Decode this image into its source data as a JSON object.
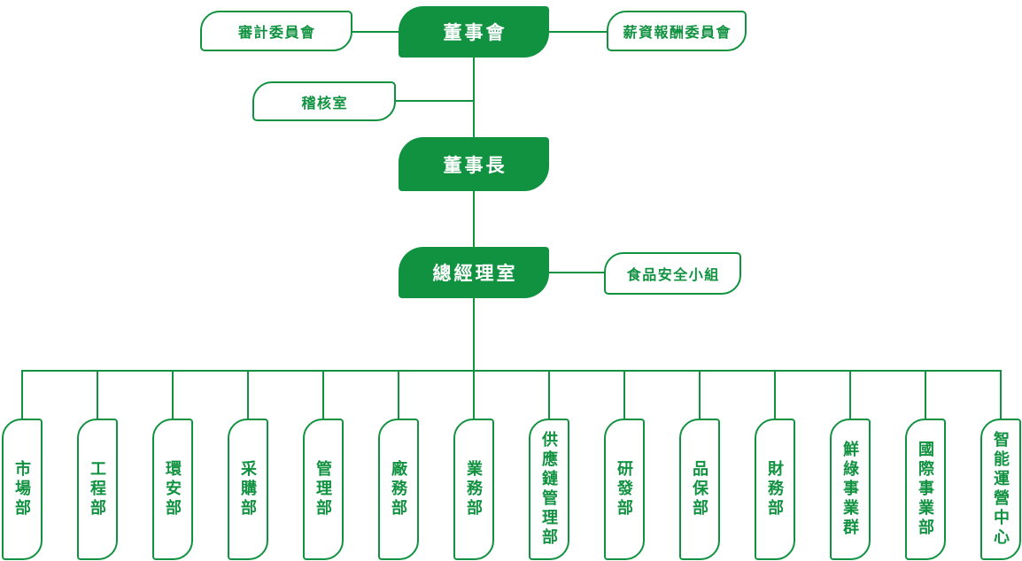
{
  "colors": {
    "green": "#119240",
    "text_on_green": "#FFFFFF",
    "background": "#FFFFFF"
  },
  "org": {
    "board": {
      "label": "董事會"
    },
    "audit_committee": {
      "label": "審計委員會"
    },
    "compensation_committee": {
      "label": "薪資報酬委員會"
    },
    "audit_office": {
      "label": "稽核室"
    },
    "chairman": {
      "label": "董事長"
    },
    "general_manager_office": {
      "label": "總經理室"
    },
    "food_safety_team": {
      "label": "食品安全小組"
    },
    "departments": [
      "市場部",
      "工程部",
      "環安部",
      "采購部",
      "管理部",
      "廠務部",
      "業務部",
      "供應鏈管理部",
      "研發部",
      "品保部",
      "財務部",
      "鮮綠事業群",
      "國際事業部",
      "智能運營中心"
    ]
  }
}
